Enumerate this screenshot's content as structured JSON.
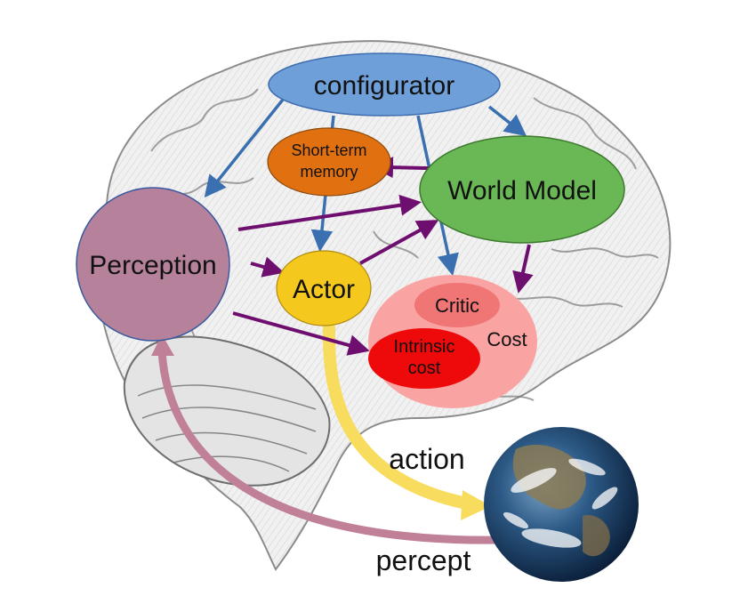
{
  "nodes": {
    "configurator": {
      "label": "configurator",
      "color": "#6F9FD8"
    },
    "short_term_memory": {
      "line1": "Short-term",
      "line2": "memory",
      "color": "#E07010"
    },
    "world_model": {
      "label": "World Model",
      "color": "#6AB855"
    },
    "perception": {
      "label": "Perception",
      "color": "#B5819B"
    },
    "actor": {
      "label": "Actor",
      "color": "#F5C81E"
    },
    "cost": {
      "label": "Cost",
      "color": "#F9A3A3"
    },
    "critic": {
      "label": "Critic",
      "color": "#F07575"
    },
    "intrinsic_cost": {
      "line1": "Intrinsic",
      "line2": "cost",
      "color": "#EE0A0A"
    }
  },
  "external": {
    "action_label": "action",
    "action_color": "#F8DC5E",
    "percept_label": "percept",
    "percept_color": "#C08098",
    "earth_icon": "earth-globe-icon"
  },
  "arrows": {
    "config_color": "#3A6FB0",
    "data_color": "#6E0F70"
  },
  "background": {
    "illustration": "brain-sketch"
  }
}
